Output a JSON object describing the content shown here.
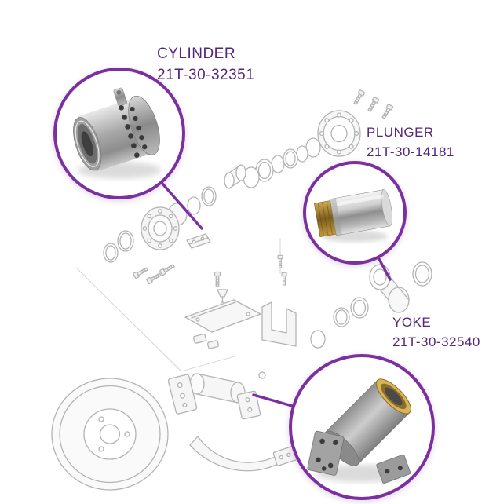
{
  "colors": {
    "accent_purple": "#7C2FA0",
    "label_text": "#53267D",
    "line_art_gray": "#B3B3B3",
    "background": "#FFFFFF"
  },
  "callouts": [
    {
      "id": "cylinder",
      "label": "CYLINDER",
      "part_number": "21T-30-32351",
      "image_icon": "cylinder-part-photo"
    },
    {
      "id": "plunger",
      "label": "PLUNGER",
      "part_number": "21T-30-14181",
      "image_icon": "plunger-part-photo"
    },
    {
      "id": "yoke",
      "label": "YOKE",
      "part_number": "21T-30-32540",
      "image_icon": "yoke-part-photo"
    }
  ],
  "diagram": {
    "icon": "exploded-view-line-drawing"
  }
}
